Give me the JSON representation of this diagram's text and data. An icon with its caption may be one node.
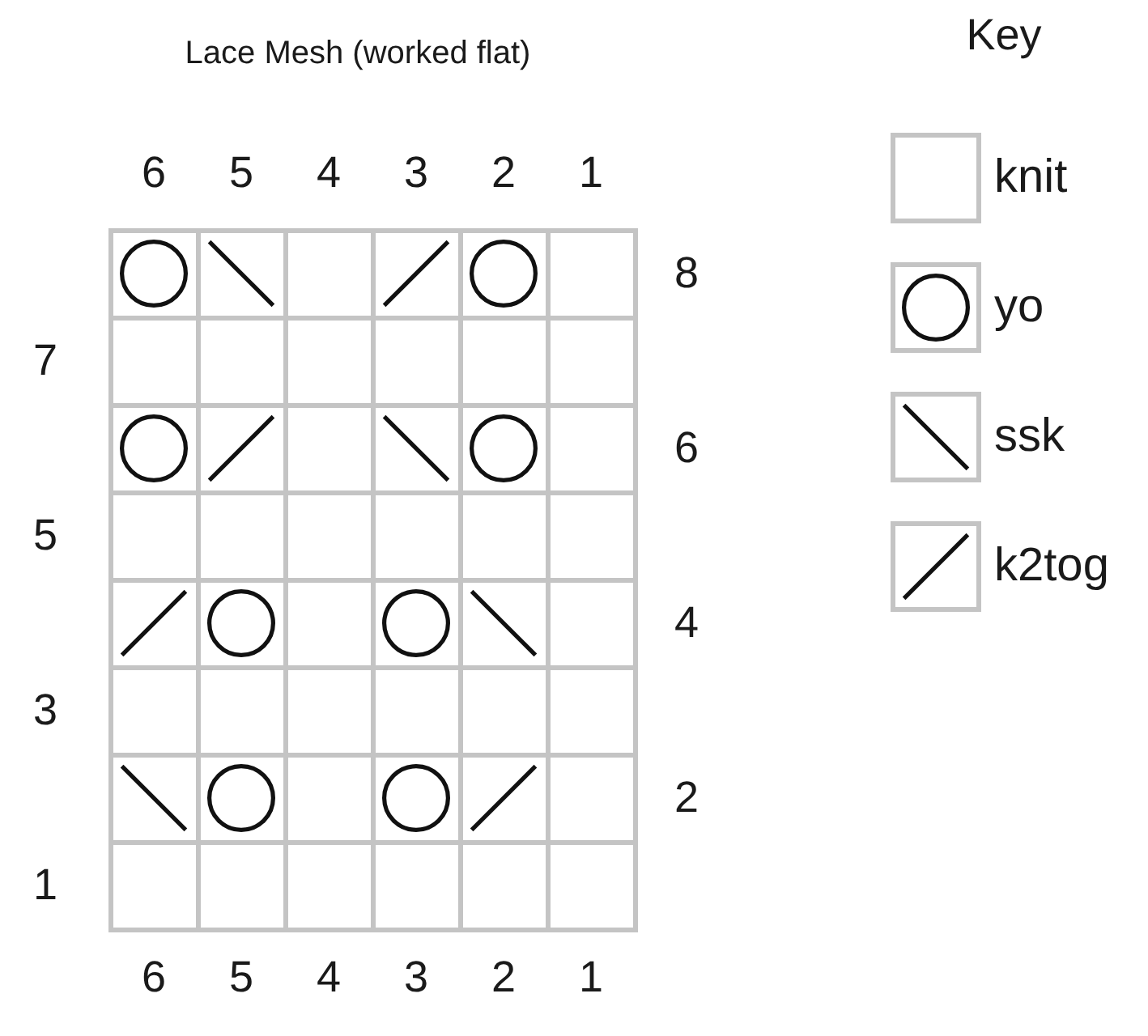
{
  "diagram": {
    "title": "Lace Mesh (worked flat)",
    "labels": [
      "Key",
      "6",
      "5",
      "4",
      "3",
      "2",
      "1",
      "8",
      "7",
      "6",
      "5",
      "4",
      "3",
      "2",
      "1",
      "6",
      "5",
      "4",
      "3",
      "2",
      "1"
    ],
    "legend": [
      {
        "text": "knit"
      },
      {
        "text": "yo"
      },
      {
        "text": "ssk"
      },
      {
        "text": "k2tog"
      }
    ]
  }
}
